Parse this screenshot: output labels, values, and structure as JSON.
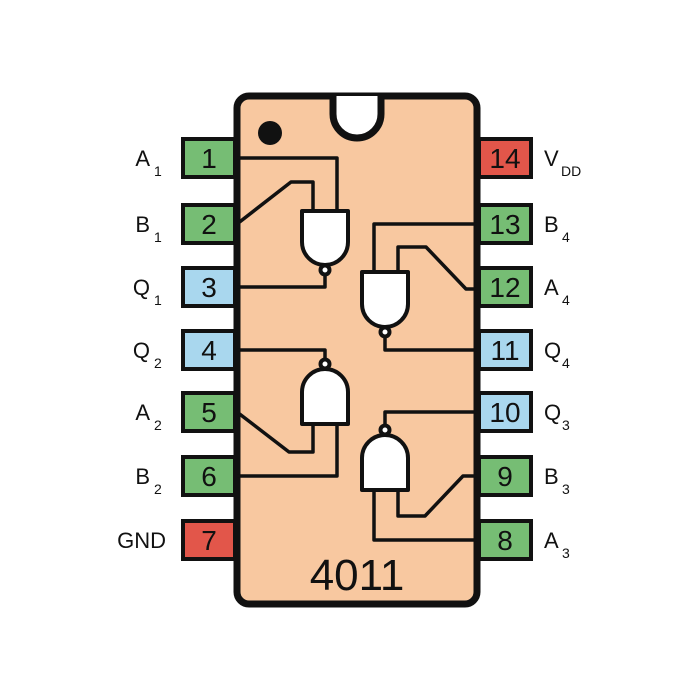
{
  "chip": {
    "name": "4011",
    "body_color": "#f8c8a0"
  },
  "colors": {
    "input": "#76bd74",
    "output": "#a9d7ee",
    "power": "#e2564a",
    "outline": "#111111"
  },
  "pins": [
    {
      "num": "1",
      "label": "A",
      "sub": "1",
      "kind": "input"
    },
    {
      "num": "2",
      "label": "B",
      "sub": "1",
      "kind": "input"
    },
    {
      "num": "3",
      "label": "Q",
      "sub": "1",
      "kind": "output"
    },
    {
      "num": "4",
      "label": "Q",
      "sub": "2",
      "kind": "output"
    },
    {
      "num": "5",
      "label": "A",
      "sub": "2",
      "kind": "input"
    },
    {
      "num": "6",
      "label": "B",
      "sub": "2",
      "kind": "input"
    },
    {
      "num": "7",
      "label": "GND",
      "sub": "",
      "kind": "power"
    },
    {
      "num": "8",
      "label": "A",
      "sub": "3",
      "kind": "input"
    },
    {
      "num": "9",
      "label": "B",
      "sub": "3",
      "kind": "input"
    },
    {
      "num": "10",
      "label": "Q",
      "sub": "3",
      "kind": "output"
    },
    {
      "num": "11",
      "label": "Q",
      "sub": "4",
      "kind": "output"
    },
    {
      "num": "12",
      "label": "A",
      "sub": "4",
      "kind": "input"
    },
    {
      "num": "13",
      "label": "B",
      "sub": "4",
      "kind": "input"
    },
    {
      "num": "14",
      "label": "V",
      "sub": "DD",
      "kind": "power"
    }
  ]
}
